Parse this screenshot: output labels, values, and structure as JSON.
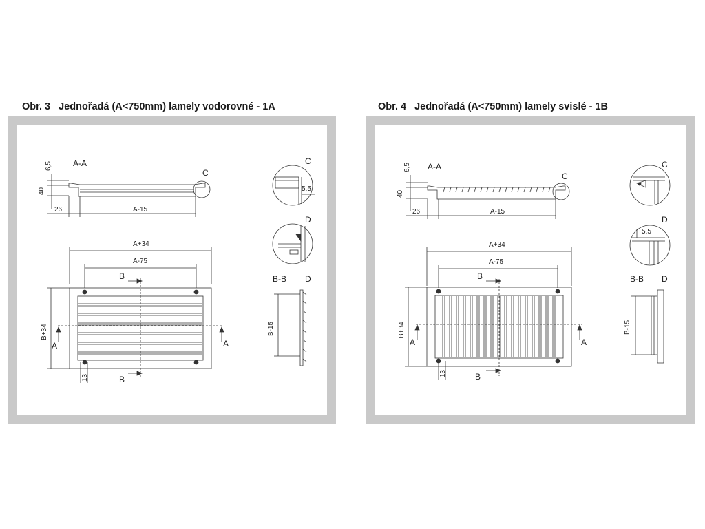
{
  "figures": [
    {
      "number": "Obr. 3",
      "caption": "Jednořadá (A<750mm) lamely vodorovné - 1A",
      "section_aa": "A-A",
      "section_bb": "B-B",
      "detail_c": "C",
      "detail_d": "D",
      "dims": {
        "h65": "6,5",
        "h40": "40",
        "w26": "26",
        "a15": "A-15",
        "c55": "5,5",
        "a34": "A+34",
        "a75": "A-75",
        "b34": "B+34",
        "b15": "B-15",
        "d13": "13"
      },
      "markers": {
        "a": "A",
        "b": "B"
      },
      "louver_orientation": "horizontal"
    },
    {
      "number": "Obr. 4",
      "caption": "Jednořadá (A<750mm) lamely svislé - 1B",
      "section_aa": "A-A",
      "section_bb": "B-B",
      "detail_c": "C",
      "detail_d": "D",
      "dims": {
        "h65": "6,5",
        "h40": "40",
        "w26": "26",
        "a15": "A-15",
        "d55": "5,5",
        "a34": "A+34",
        "a75": "A-75",
        "b34": "B+34",
        "b15": "B-15",
        "d13": "13"
      },
      "markers": {
        "a": "A",
        "b": "B"
      },
      "louver_orientation": "vertical"
    }
  ],
  "colors": {
    "frame": "#c9c9c9",
    "line": "#333333",
    "text": "#222222"
  }
}
